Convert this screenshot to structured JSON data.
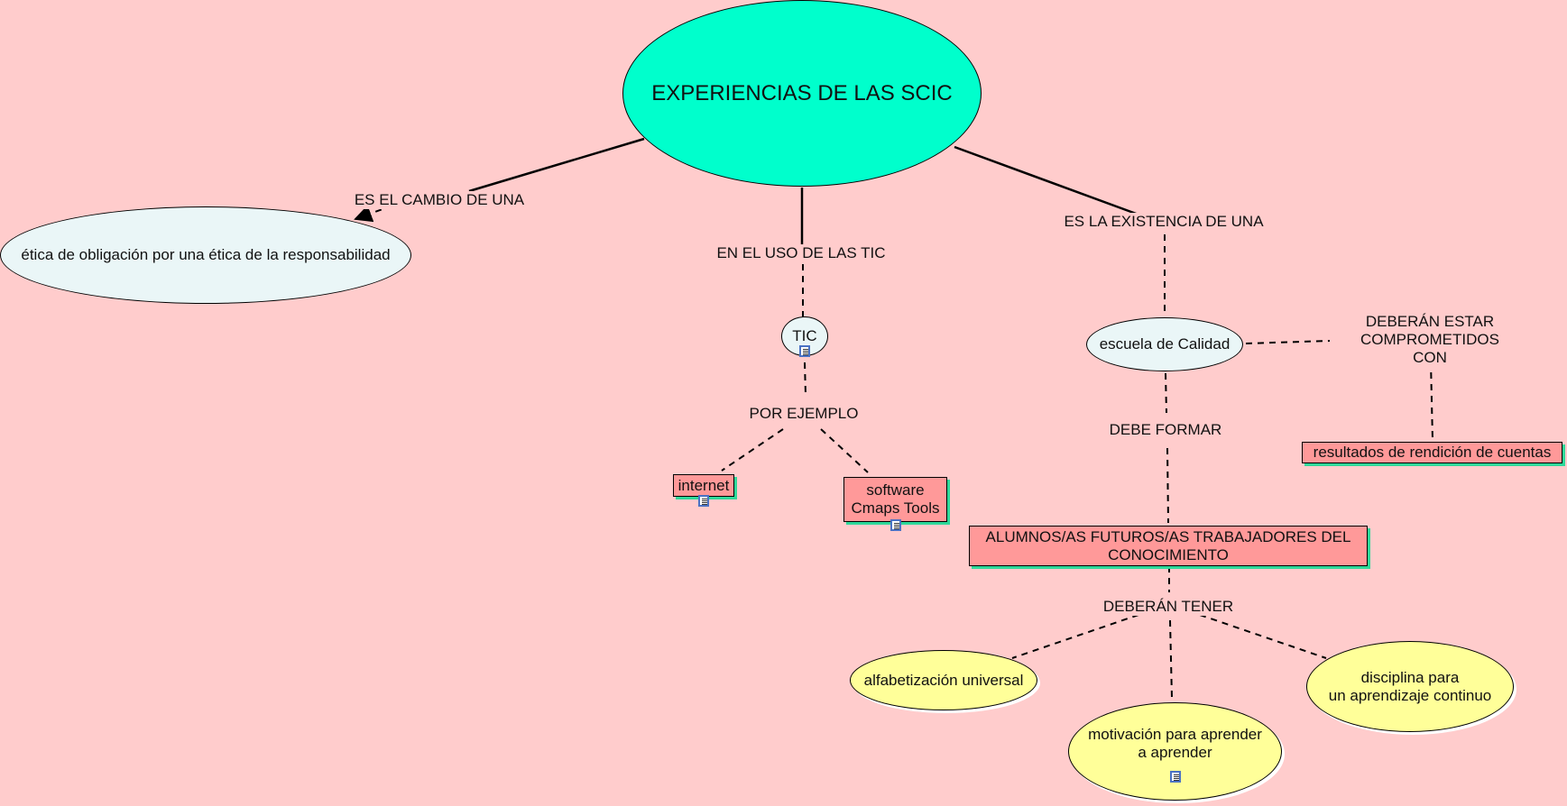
{
  "map": {
    "root": "EXPERIENCIAS DE LAS SCIC",
    "etica": "ética de obligación por una ética de la responsabilidad",
    "tic": "TIC",
    "internet": "internet",
    "software": "software\nCmaps Tools",
    "escuela": "escuela de Calidad",
    "resultados": "resultados de rendición de cuentas",
    "alumnos": "ALUMNOS/AS FUTUROS/AS TRABAJADORES DEL\nCONOCIMIENTO",
    "alfabetizacion": "alfabetización universal",
    "motivacion": "motivación para aprender\na aprender",
    "disciplina": "disciplina para\nun  aprendizaje continuo"
  },
  "links": {
    "cambio": "ES EL CAMBIO DE UNA",
    "uso": "EN EL USO DE LAS TIC",
    "existencia": "ES LA EXISTENCIA DE UNA",
    "ejemplo": "POR EJEMPLO",
    "deberan_estar": "DEBERÁN ESTAR\nCOMPROMETIDOS CON",
    "debe_formar": "DEBE FORMAR",
    "deberan_tener": "DEBERÁN TENER"
  },
  "colors": {
    "background": "#ffcccc",
    "root": "#00ffcc",
    "concept_pale": "#eaf6f7",
    "concept_rect": "#ff9999",
    "concept_yellow": "#ffff99",
    "shadow": "#2fd89a",
    "resource_icon": "#4b72c4"
  },
  "icons": [
    "resource-doc-icon"
  ]
}
